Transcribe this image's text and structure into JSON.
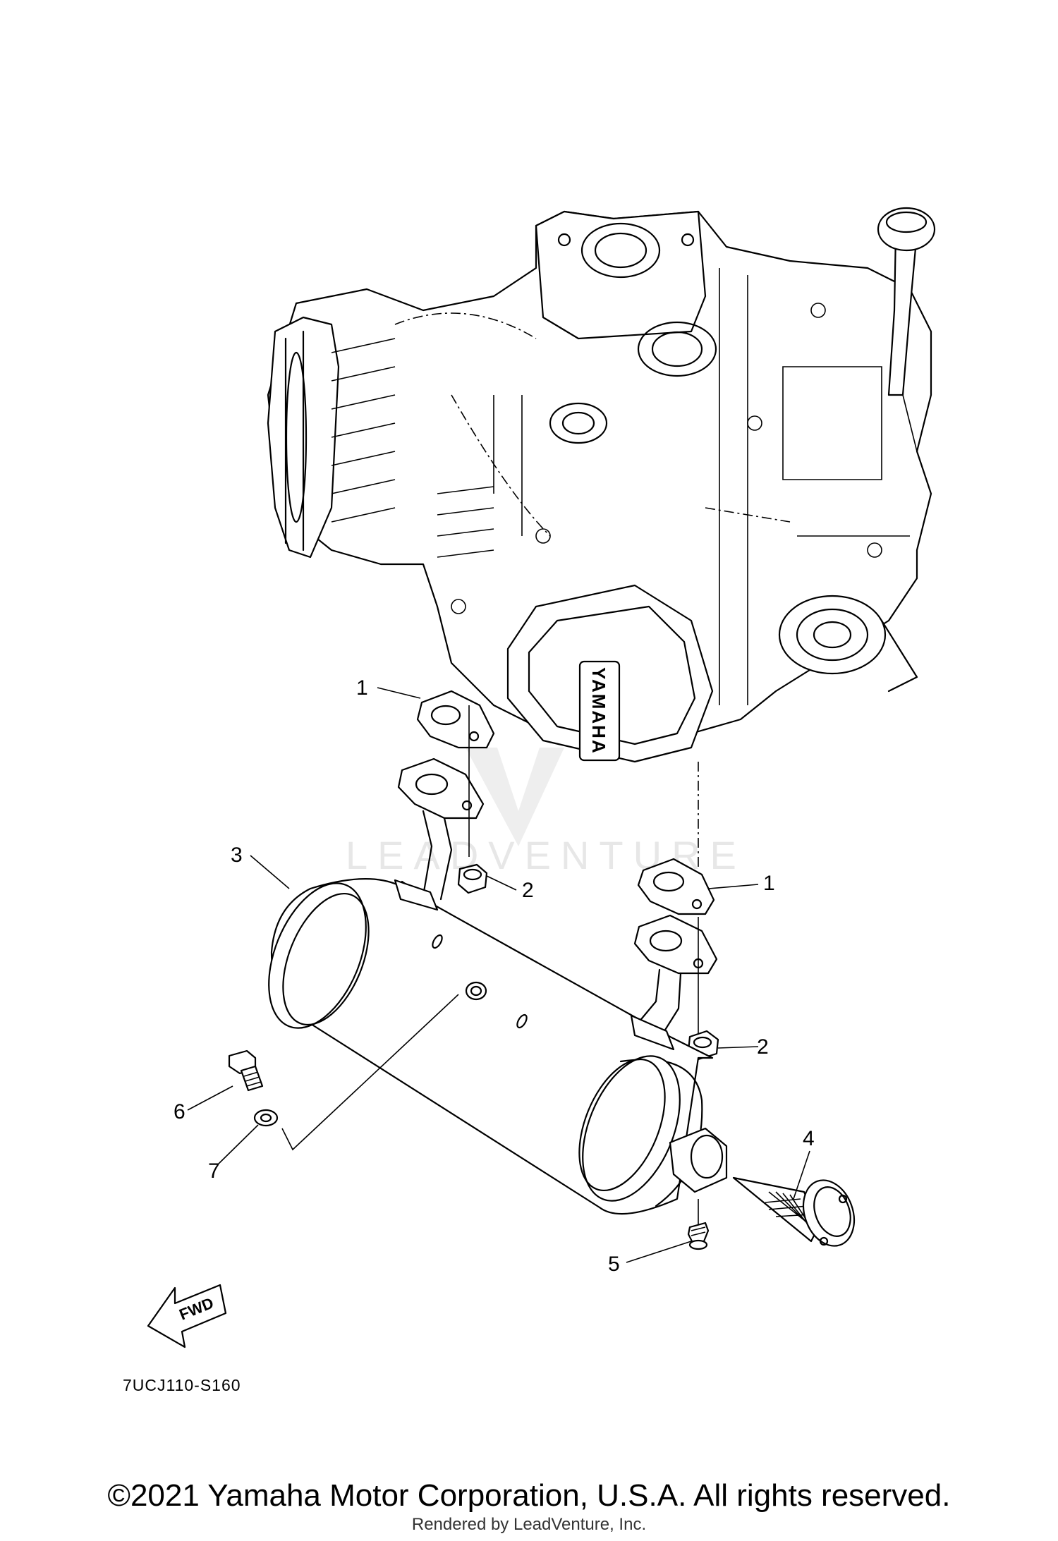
{
  "diagram": {
    "part_code": "7UCJ110-S160",
    "watermark": "LEADVENTURE",
    "fwd_label": "FWD",
    "engine_badge": "YAMAHA",
    "callouts": [
      {
        "id": "callout-1-left",
        "label": "1"
      },
      {
        "id": "callout-1-right",
        "label": "1"
      },
      {
        "id": "callout-2-left",
        "label": "2"
      },
      {
        "id": "callout-2-right",
        "label": "2"
      },
      {
        "id": "callout-3",
        "label": "3"
      },
      {
        "id": "callout-4",
        "label": "4"
      },
      {
        "id": "callout-5",
        "label": "5"
      },
      {
        "id": "callout-6",
        "label": "6"
      },
      {
        "id": "callout-7",
        "label": "7"
      }
    ]
  },
  "footer": {
    "copyright": "©2021 Yamaha Motor Corporation, U.S.A. All rights reserved.",
    "rendered_by": "Rendered by LeadVenture, Inc."
  }
}
